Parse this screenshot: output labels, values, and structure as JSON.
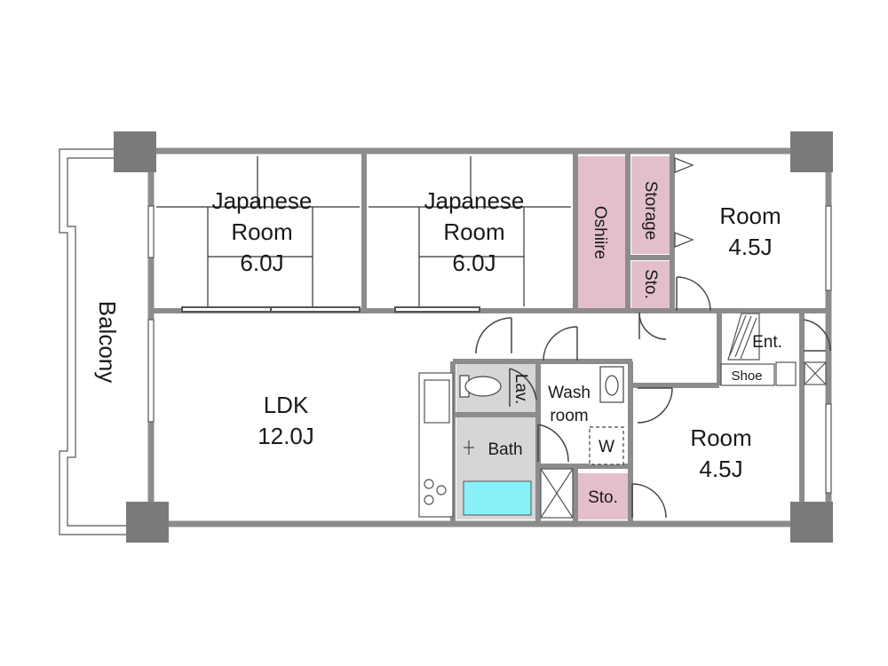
{
  "rooms": {
    "japanese_room_1": {
      "line1": "Japanese",
      "line2": "Room",
      "line3": "6.0J"
    },
    "japanese_room_2": {
      "line1": "Japanese",
      "line2": "Room",
      "line3": "6.0J"
    },
    "oshiire": "Oshiire",
    "storage": "Storage",
    "sto_small_top": "Sto.",
    "room_ne": {
      "line1": "Room",
      "line2": "4.5J"
    },
    "balcony": "Balcony",
    "ldk": {
      "line1": "LDK",
      "line2": "12.0J"
    },
    "lav": "Lav.",
    "wash_room": {
      "line1": "Wash",
      "line2": "room"
    },
    "washer_mark": "W",
    "bath": "Bath",
    "sto_small_bottom": "Sto.",
    "room_se": {
      "line1": "Room",
      "line2": "4.5J"
    },
    "entrance": "Ent.",
    "shoe": "Shoe"
  },
  "colors": {
    "wall": "#8c8c8c",
    "column": "#7a7a7a",
    "closet_pink": "#e3bfcc",
    "wet_area_gray": "#d6d6d6",
    "bathtub_cyan": "#87f0f8",
    "tatami_line": "#333333"
  }
}
